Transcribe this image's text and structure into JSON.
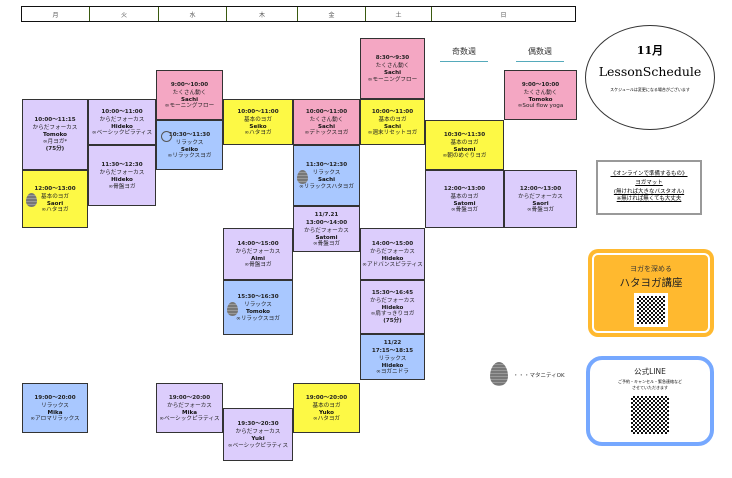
{
  "days": [
    "月",
    "火",
    "水",
    "木",
    "金",
    "土",
    "日"
  ],
  "weeks": {
    "odd": "奇数週",
    "even": "偶数週"
  },
  "title": {
    "month": "11月",
    "name": "LessonSchedule",
    "note": "スケジュールは変更になる場合がございます"
  },
  "lessons": [
    {
      "time": "9:00〜10:00",
      "type": "たくさん動く",
      "instructor": "Sachi",
      "course": "∞モーニングフロー"
    },
    {
      "time": "10:00〜11:15",
      "type": "からだフォーカス",
      "instructor": "Tomoko",
      "course": "∞月ヨガ*",
      "extra": "(75分)"
    },
    {
      "time": "12:00〜13:00",
      "type": "基本のヨガ",
      "instructor": "Saori",
      "course": "∞ハタヨガ"
    },
    {
      "time": "10:00〜11:00",
      "type": "からだフォーカス",
      "instructor": "Hideko",
      "course": "∞ベーシックピラティス"
    },
    {
      "time": "11:30〜12:30",
      "type": "からだフォーカス",
      "instructor": "Hideko",
      "course": "∞骨盤ヨガ"
    },
    {
      "time": "10:30〜11:30",
      "type": "リラックス",
      "instructor": "Seiko",
      "course": "∞リラックスヨガ"
    },
    {
      "time": "10:00〜11:00",
      "type": "基本のヨガ",
      "instructor": "Seiko",
      "course": "∞ハタヨガ"
    },
    {
      "time": "10:00〜11:00",
      "type": "たくさん動く",
      "instructor": "Sachi",
      "course": "∞デトックスヨガ"
    },
    {
      "time": "11:30〜12:30",
      "type": "リラックス",
      "instructor": "Sachi",
      "course": "∞リラックスハタヨガ"
    },
    {
      "date": "11/7.21",
      "time": "13:00〜14:00",
      "type": "からだフォーカス",
      "instructor": "Satomi",
      "course": "∞骨盤ヨガ"
    },
    {
      "time": "8:30〜9:30",
      "type": "たくさん動く",
      "instructor": "Sachi",
      "course": "∞モーニングフロー"
    },
    {
      "time": "10:00〜11:00",
      "type": "基本のヨガ",
      "instructor": "Sachi",
      "course": "∞週末リセットヨガ"
    },
    {
      "time": "10:30〜11:30",
      "type": "基本のヨガ",
      "instructor": "Satomi",
      "course": "∞朝のめぐりヨガ"
    },
    {
      "time": "12:00〜13:00",
      "type": "基本のヨガ",
      "instructor": "Satomi",
      "course": "∞骨盤ヨガ"
    },
    {
      "time": "9:00〜10:00",
      "type": "たくさん動く",
      "instructor": "Tomoko",
      "course": "∞Soul flow yoga"
    },
    {
      "time": "12:00〜13:00",
      "type": "からだフォーカス",
      "instructor": "Saori",
      "course": "∞骨盤ヨガ"
    },
    {
      "time": "14:00〜15:00",
      "type": "からだフォーカス",
      "instructor": "Aimi",
      "course": "∞骨盤ヨガ"
    },
    {
      "time": "15:30〜16:30",
      "type": "リラックス",
      "instructor": "Tomoko",
      "course": "∞リラックスヨガ"
    },
    {
      "time": "14:00〜15:00",
      "type": "からだフォーカス",
      "instructor": "Hideko",
      "course": "∞アドバンスピラティス"
    },
    {
      "time": "15:30〜16:45",
      "type": "からだフォーカス",
      "instructor": "Hideko",
      "course": "∞肩すっきりヨガ",
      "extra": "(75分)"
    },
    {
      "date": "11/22",
      "time": "17:15〜18:15",
      "type": "リラックス",
      "instructor": "Hideko",
      "course": "∞ヨガニドラ"
    },
    {
      "time": "19:00〜20:00",
      "type": "リラックス",
      "instructor": "Mika",
      "course": "∞アロマリラックス"
    },
    {
      "time": "19:00〜20:00",
      "type": "からだフォーカス",
      "instructor": "Mika",
      "course": "∞ベーシックピラティス"
    },
    {
      "time": "19:30〜20:30",
      "type": "からだフォーカス",
      "instructor": "Yuki",
      "course": "∞ベーシックピラティス"
    },
    {
      "time": "19:00〜20:00",
      "type": "基本のヨガ",
      "instructor": "Yuko",
      "course": "∞ハタヨガ"
    }
  ],
  "online": {
    "title": "《オンラインで準備するもの》",
    "item1": "ヨガマット",
    "item2": "(無ければ大きなバスタオル)",
    "item3": "※無ければ無くても大丈夫"
  },
  "hatha": {
    "sub": "ヨガを深める",
    "title": "ハタヨガ講座"
  },
  "line": {
    "title": "公式LINE",
    "text1": "ご予約・キャンセル・緊急連絡など",
    "text2": "させていただきます"
  },
  "legend": {
    "label": "・・・マタニティOK"
  },
  "colors": {
    "pink": "#f4a7c3",
    "lavender": "#dccdfc",
    "yellow": "#fdf945",
    "blue": "#a9c8ff",
    "orange": "#ffb92f",
    "line_blue": "#76a8ff"
  }
}
